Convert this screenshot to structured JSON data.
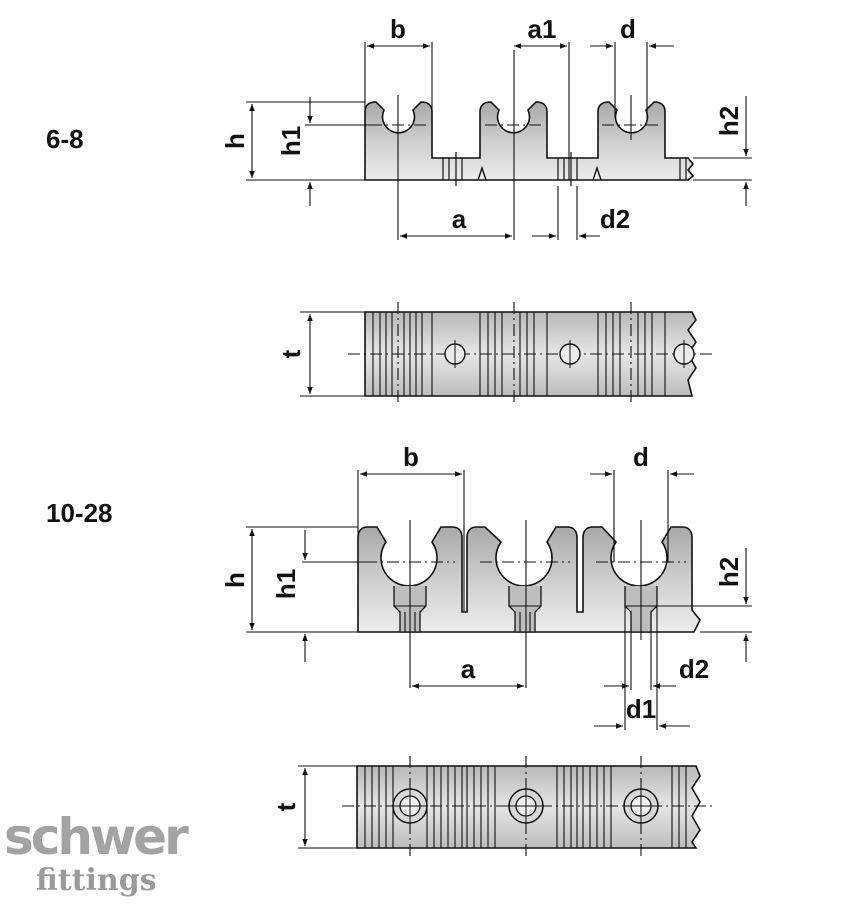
{
  "variants": [
    {
      "size_label": "6-8",
      "front_dims": [
        "b",
        "a1",
        "d",
        "h",
        "h1",
        "h2",
        "a",
        "d2"
      ],
      "top_dims": [
        "t"
      ]
    },
    {
      "size_label": "10-28",
      "front_dims": [
        "b",
        "d",
        "h",
        "h1",
        "h2",
        "a",
        "d2",
        "d1"
      ],
      "top_dims": [
        "t"
      ]
    }
  ],
  "brand": {
    "name": "schwer",
    "tagline": "fittings",
    "color": "#a3a3a3"
  },
  "colors": {
    "line": "#111111",
    "fill_light": "#e8e8e8",
    "fill_dark": "#a9a9a9"
  }
}
